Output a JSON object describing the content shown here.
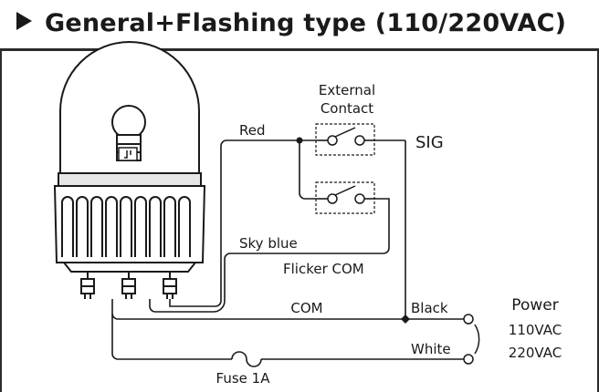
{
  "title": "General+Flashing type (110/220VAC)",
  "labels": {
    "external_contact_line1": "External",
    "external_contact_line2": "Contact",
    "sig": "SIG",
    "red": "Red",
    "sky_blue": "Sky blue",
    "flicker_com": "Flicker COM",
    "com": "COM",
    "black": "Black",
    "white": "White",
    "power": "Power",
    "voltage_110": "110VAC",
    "voltage_220": "220VAC",
    "fuse": "Fuse 1A"
  },
  "icons": {
    "title_marker": "right-triangle-icon",
    "lamp": "signal-lamp-icon",
    "switch": "switch-contact-icon",
    "fuse": "fuse-icon"
  }
}
